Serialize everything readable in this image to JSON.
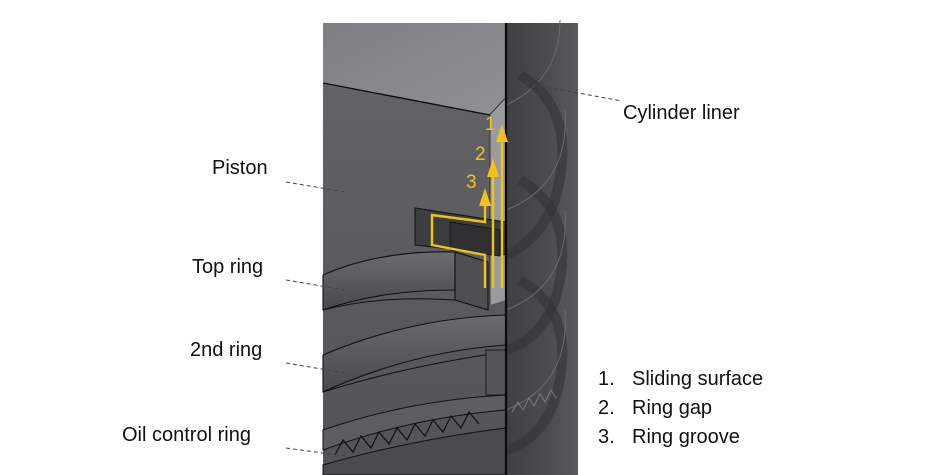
{
  "labels": {
    "piston": "Piston",
    "top_ring": "Top ring",
    "second_ring": "2nd ring",
    "oil_control_ring": "Oil control ring",
    "cylinder_liner": "Cylinder liner"
  },
  "path_markers": [
    "1",
    "2",
    "3"
  ],
  "legend": [
    {
      "num": "1.",
      "text": "Sliding surface"
    },
    {
      "num": "2.",
      "text": "Ring gap"
    },
    {
      "num": "3.",
      "text": "Ring groove"
    }
  ],
  "colors": {
    "arrow": "#f2c21b",
    "piston_top": "#8a8b8e",
    "piston_side": "#5b5c5f",
    "liner": "#4a4b4d"
  }
}
